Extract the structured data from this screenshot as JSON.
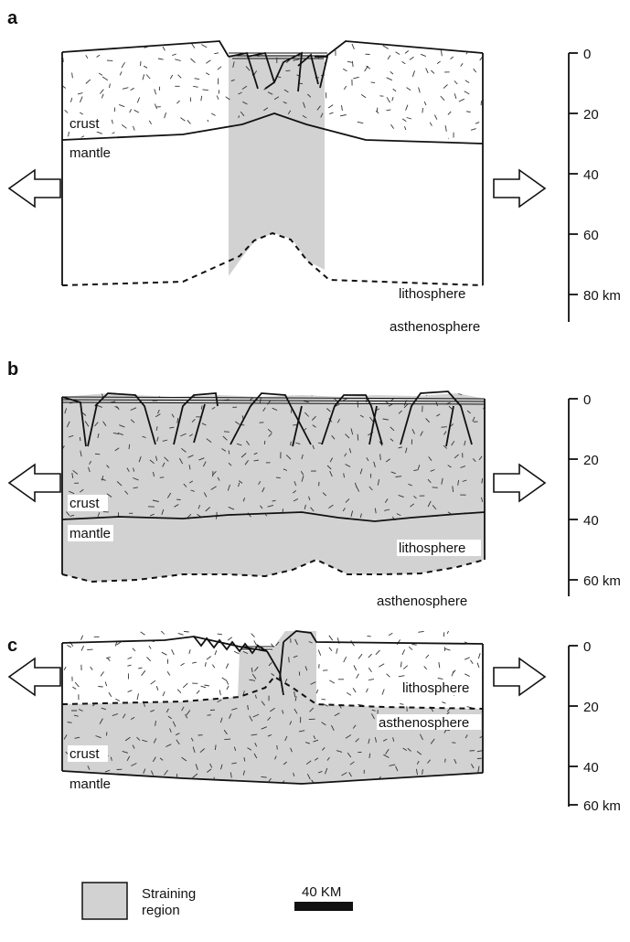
{
  "panels": [
    {
      "letter": "a",
      "labels": {
        "crust": "crust",
        "mantle": "mantle",
        "lithosphere": "lithosphere",
        "asthenosphere": "asthenosphere"
      },
      "depth_ticks": [
        "0",
        "20",
        "40",
        "60",
        "80 km"
      ]
    },
    {
      "letter": "b",
      "labels": {
        "crust": "crust",
        "mantle": "mantle",
        "lithosphere": "lithosphere",
        "asthenosphere": "asthenosphere"
      },
      "depth_ticks": [
        "0",
        "20",
        "40",
        "60 km"
      ]
    },
    {
      "letter": "c",
      "labels": {
        "lithosphere": "lithosphere",
        "asthenosphere": "asthenosphere",
        "crust": "crust",
        "mantle": "mantle"
      },
      "depth_ticks": [
        "0",
        "20",
        "40",
        "60 km"
      ]
    }
  ],
  "legend": {
    "straining_line1": "Straining",
    "straining_line2": "region",
    "scale_label": "40 KM"
  },
  "colors": {
    "straining": "#d2d2d2",
    "line": "#111111",
    "background": "#ffffff"
  }
}
